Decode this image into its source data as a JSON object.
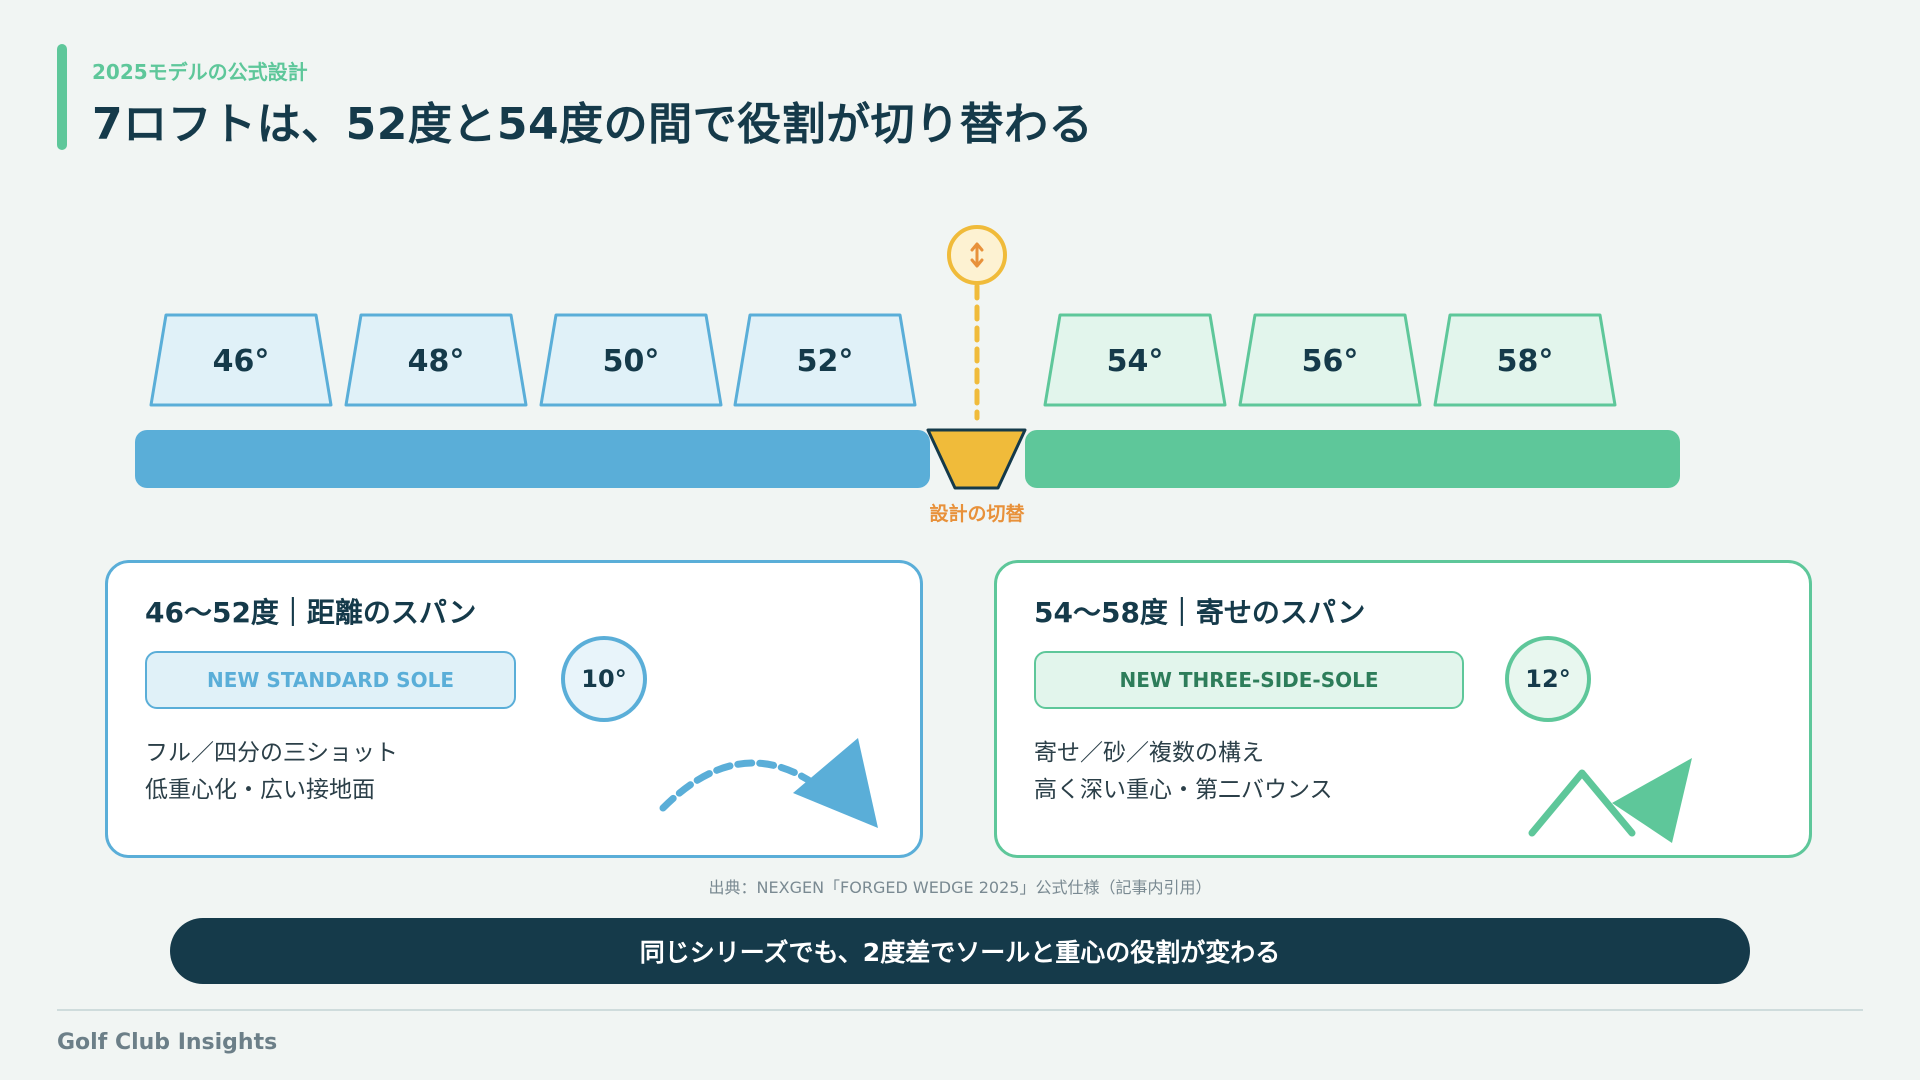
{
  "header": {
    "kicker": "2025モデルの公式設計",
    "title": "7ロフトは、52度と54度の間で役割が切り替わる"
  },
  "lofts": [
    {
      "label": "46°",
      "group": "distance"
    },
    {
      "label": "48°",
      "group": "distance"
    },
    {
      "label": "50°",
      "group": "distance"
    },
    {
      "label": "52°",
      "group": "distance"
    },
    {
      "label": "54°",
      "group": "approach"
    },
    {
      "label": "56°",
      "group": "approach"
    },
    {
      "label": "58°",
      "group": "approach"
    }
  ],
  "switch": {
    "label": "設計の切替",
    "icon": "up-down-arrow-icon"
  },
  "cards": {
    "distance": {
      "title": "46〜52度｜距離のスパン",
      "sole": "NEW STANDARD SOLE",
      "bounce": "10°",
      "lines": [
        "フル／四分の三ショット",
        "低重心化・広い接地面"
      ],
      "icon": "arc-arrow-icon"
    },
    "approach": {
      "title": "54〜58度｜寄せのスパン",
      "sole": "NEW THREE-SIDE-SOLE",
      "bounce": "12°",
      "lines": [
        "寄せ／砂／複数の構え",
        "高く深い重心・第二バウンス"
      ],
      "icon": "zigzag-arrow-icon"
    }
  },
  "source": "出典：NEXGEN「FORGED WEDGE 2025」公式仕様（記事内引用）",
  "banner": "同じシリーズでも、2度差でソールと重心の役割が変わる",
  "footer": "Golf Club Insights",
  "colors": {
    "blue": "#5aaed8",
    "green": "#5ec79a",
    "yellow": "#f0bb3a",
    "orange": "#e8913a",
    "navy": "#153a4a"
  }
}
